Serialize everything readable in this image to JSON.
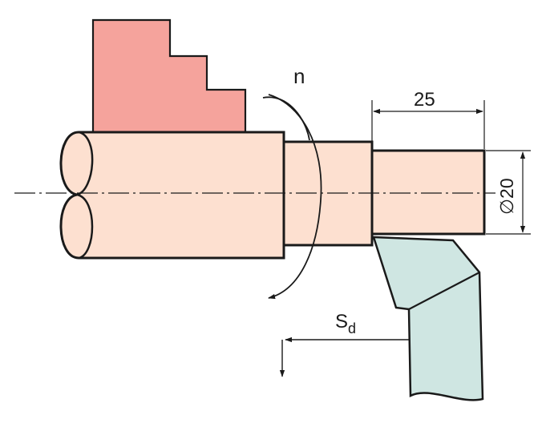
{
  "labels": {
    "rotation": "n",
    "length": "25",
    "diameter": "∅20",
    "feed_main": "S",
    "feed_sub": "d"
  },
  "colors": {
    "chuck_jaw": "#f5a39c",
    "workpiece": "#fde0d0",
    "cutting_tool": "#cfe6e2",
    "outline": "#1a1a1a"
  }
}
